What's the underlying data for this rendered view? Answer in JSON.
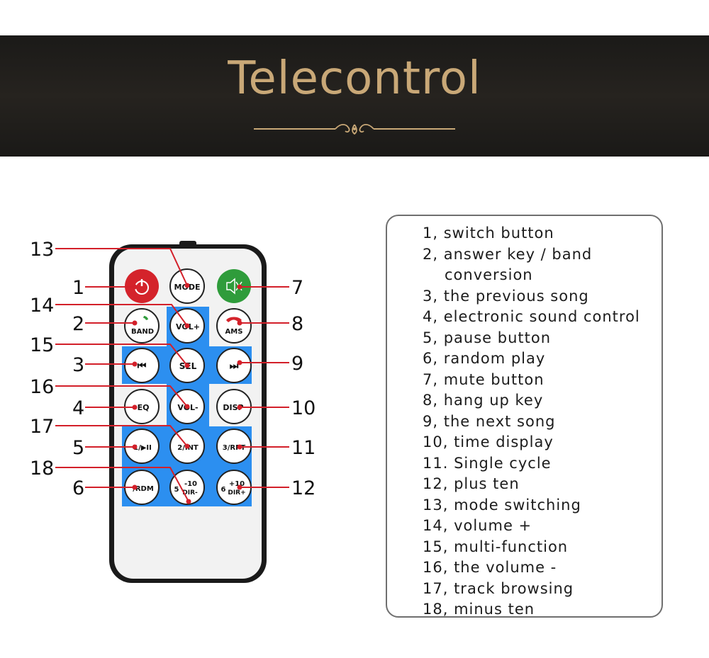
{
  "banner": {
    "title": "Telecontrol",
    "background": "#1f1d1a",
    "title_color": "#c9a877"
  },
  "remote": {
    "buttons": [
      {
        "id": 1,
        "label": "power-icon",
        "color": "#d4232b"
      },
      {
        "id": "mode",
        "label": "MODE"
      },
      {
        "id": 7,
        "label": "mute-icon",
        "color": "#2f9c3b"
      },
      {
        "id": "band",
        "label": "BAND"
      },
      {
        "id": "volplus",
        "label": "VOL+"
      },
      {
        "id": "ams",
        "label": "AMS"
      },
      {
        "id": "prev",
        "label": "⏮"
      },
      {
        "id": "sel",
        "label": "SEL"
      },
      {
        "id": "next",
        "label": "⏭"
      },
      {
        "id": "eq",
        "label": "EQ"
      },
      {
        "id": "volminus",
        "label": "VOL-"
      },
      {
        "id": "disp",
        "label": "DISP"
      },
      {
        "id": "b1",
        "label": "1/▶II"
      },
      {
        "id": "b2",
        "label": "2/INT"
      },
      {
        "id": "b3",
        "label": "3/RPT"
      },
      {
        "id": "b4",
        "label": "/RDM"
      },
      {
        "id": "b5",
        "label_a": "5",
        "label_b": "-10",
        "label_c": "DIR-"
      },
      {
        "id": "b6",
        "label_a": "6",
        "label_b": "+10",
        "label_c": "DIR+"
      }
    ],
    "callouts": [
      "1",
      "2",
      "3",
      "4",
      "5",
      "6",
      "7",
      "8",
      "9",
      "10",
      "11",
      "12",
      "13",
      "14",
      "15",
      "16",
      "17",
      "18"
    ],
    "accent_blue": "#2c8ff0",
    "marker_red": "#d3202a"
  },
  "legend": {
    "items": [
      "1, switch button",
      "2, answer key / band",
      "conversion",
      "3, the previous song",
      "4, electronic sound control",
      "5, pause button",
      "6, random play",
      "7, mute button",
      "8, hang up key",
      "9, the next song",
      "10, time display",
      "11. Single cycle",
      "12, plus ten",
      "13, mode switching",
      "14, volume +",
      "15, multi-function",
      "16, the volume -",
      "17, track browsing",
      "18, minus ten"
    ]
  }
}
